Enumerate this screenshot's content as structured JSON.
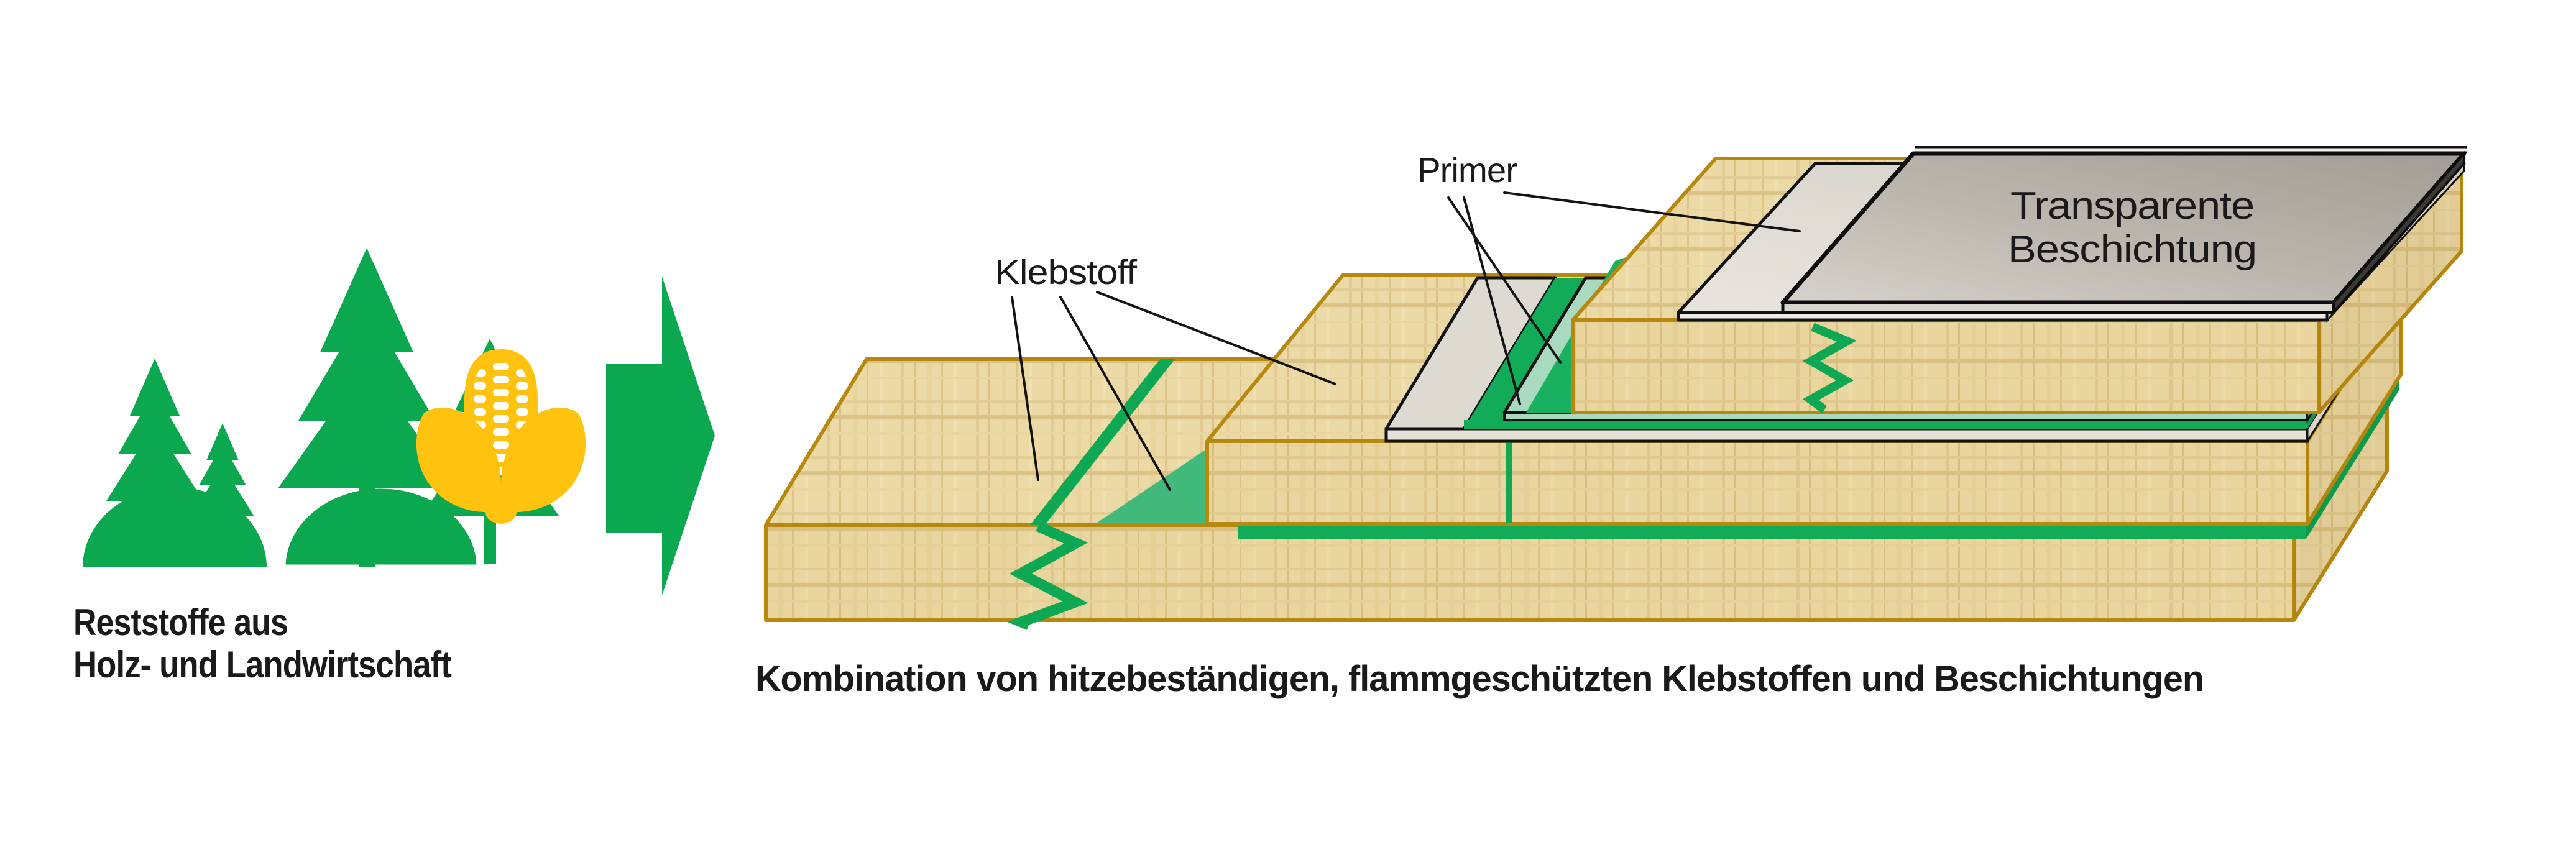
{
  "left_group": {
    "line1": "Reststoffe aus",
    "line2": "Holz- und Landwirtschaft",
    "icons": [
      "conifer-trees-on-hills-icon",
      "corn-cob-icon",
      "right-arrow-icon"
    ]
  },
  "diagram": {
    "klebstoff": "Klebstoff",
    "primer": "Primer",
    "coating1": "Transparente",
    "coating2": "Beschichtung",
    "caption": "Kombination von hitzebeständigen, flammgeschützten Klebstoffen und Beschichtungen"
  },
  "colors": {
    "green": "#0EA854",
    "light_green_wedge": "#41B97B",
    "mint_primer_sheet": "#A9DAC0",
    "corn_yellow": "#FFC20E",
    "wood_outline_gold": "#B7880E",
    "wood_fill": "#ECDAA6",
    "coating_gray_dark": "#A5A199",
    "coating_gray_light": "#D6D3CC",
    "primer_gray": "#E4E1D9",
    "outline_black": "#121212",
    "text_black": "#1A1A1A"
  }
}
